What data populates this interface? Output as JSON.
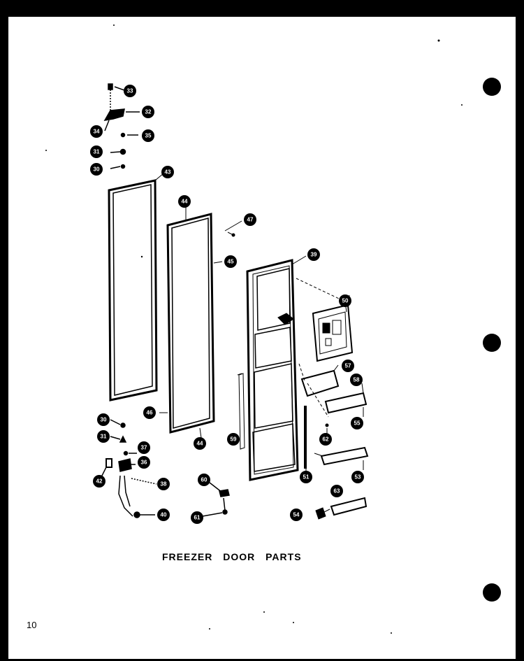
{
  "caption": "FREEZER DOOR PARTS",
  "page_number": "10",
  "callouts": [
    {
      "name": "callout-33-top",
      "label": "33"
    },
    {
      "name": "callout-32",
      "label": "32"
    },
    {
      "name": "callout-34",
      "label": "34"
    },
    {
      "name": "callout-35-top",
      "label": "35"
    },
    {
      "name": "callout-31-top",
      "label": "31"
    },
    {
      "name": "callout-30-top",
      "label": "30"
    },
    {
      "name": "callout-43",
      "label": "43"
    },
    {
      "name": "callout-44-top",
      "label": "44"
    },
    {
      "name": "callout-47",
      "label": "47"
    },
    {
      "name": "callout-45",
      "label": "45"
    },
    {
      "name": "callout-39",
      "label": "39"
    },
    {
      "name": "callout-50",
      "label": "50"
    },
    {
      "name": "callout-57",
      "label": "57"
    },
    {
      "name": "callout-58",
      "label": "58"
    },
    {
      "name": "callout-55",
      "label": "55"
    },
    {
      "name": "callout-46",
      "label": "46"
    },
    {
      "name": "callout-44-bottom",
      "label": "44"
    },
    {
      "name": "callout-30-bottom",
      "label": "30"
    },
    {
      "name": "callout-31-bottom",
      "label": "31"
    },
    {
      "name": "callout-37",
      "label": "37"
    },
    {
      "name": "callout-36",
      "label": "36"
    },
    {
      "name": "callout-42",
      "label": "42"
    },
    {
      "name": "callout-38",
      "label": "38"
    },
    {
      "name": "callout-40",
      "label": "40"
    },
    {
      "name": "callout-59",
      "label": "59"
    },
    {
      "name": "callout-60",
      "label": "60"
    },
    {
      "name": "callout-61",
      "label": "61"
    },
    {
      "name": "callout-62",
      "label": "62"
    },
    {
      "name": "callout-51",
      "label": "51"
    },
    {
      "name": "callout-53",
      "label": "53"
    },
    {
      "name": "callout-63",
      "label": "63"
    },
    {
      "name": "callout-54",
      "label": "54"
    }
  ]
}
